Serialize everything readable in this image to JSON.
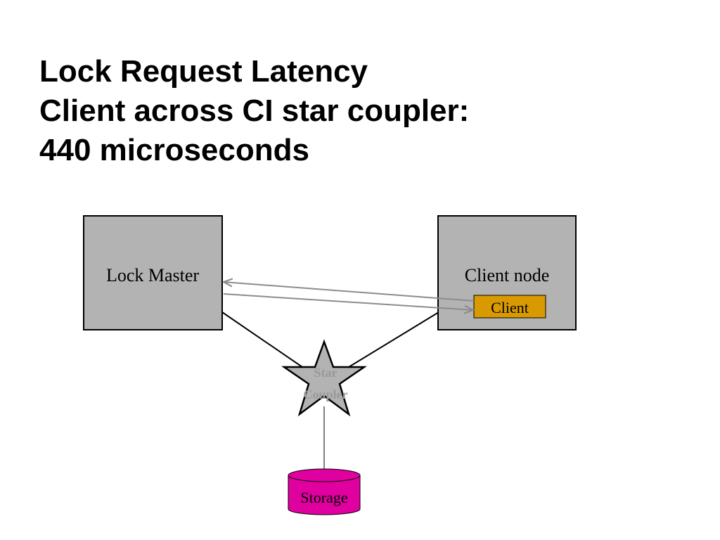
{
  "title": {
    "line1": "Lock Request Latency",
    "line2": "Client across CI star coupler:",
    "line3": "440 microseconds"
  },
  "diagram": {
    "lock_master_label": "Lock Master",
    "client_node_label": "Client node",
    "client_label": "Client",
    "star_coupler_line1": "Star",
    "star_coupler_line2": "Coupler",
    "storage_label": "Storage"
  },
  "colors": {
    "node_fill": "#b3b3b3",
    "client_fill": "#d89a00",
    "storage_fill": "#e000a0",
    "arrow": "#8c8c8c",
    "star_text": "#999999"
  }
}
